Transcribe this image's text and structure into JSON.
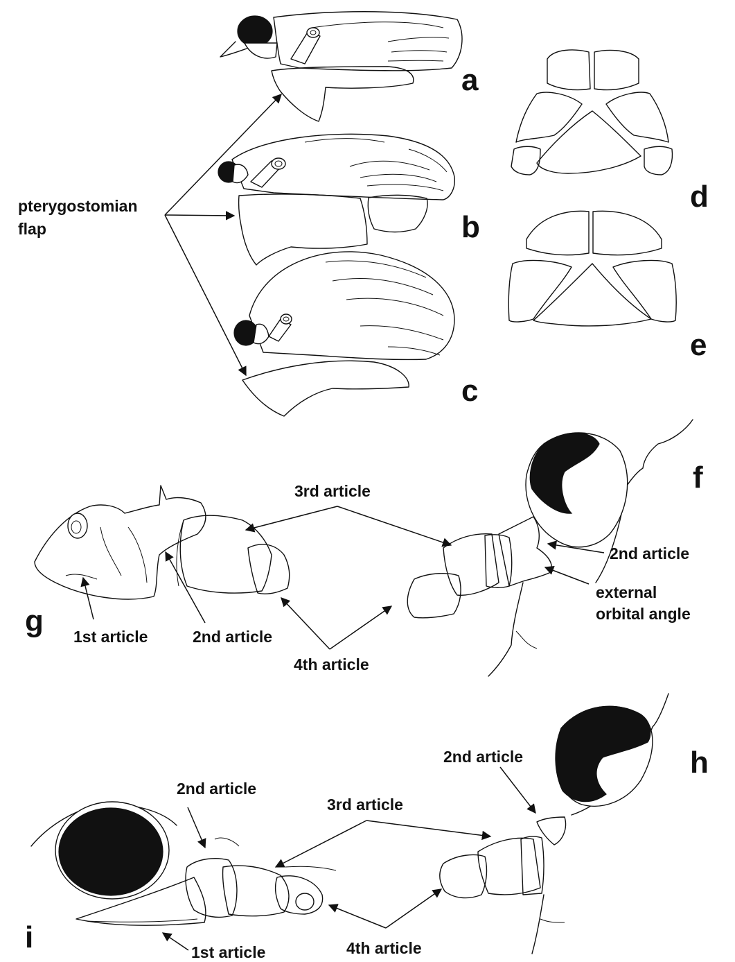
{
  "panels": {
    "a": "a",
    "b": "b",
    "c": "c",
    "d": "d",
    "e": "e",
    "f": "f",
    "g": "g",
    "h": "h",
    "i": "i"
  },
  "labels": {
    "pterygostomian_flap_line1": "pterygostomian",
    "pterygostomian_flap_line2": "flap",
    "f_third_article": "3rd article",
    "f_second_article": "2nd article",
    "f_external_line1": "external",
    "f_external_line2": "orbital angle",
    "g_first_article": "1st article",
    "g_second_article": "2nd article",
    "g_fourth_article": "4th article",
    "h_second_article": "2nd article",
    "i_second_article": "2nd article",
    "i_third_article": "3rd article",
    "i_fourth_article": "4th article",
    "i_first_article": "1st article"
  }
}
